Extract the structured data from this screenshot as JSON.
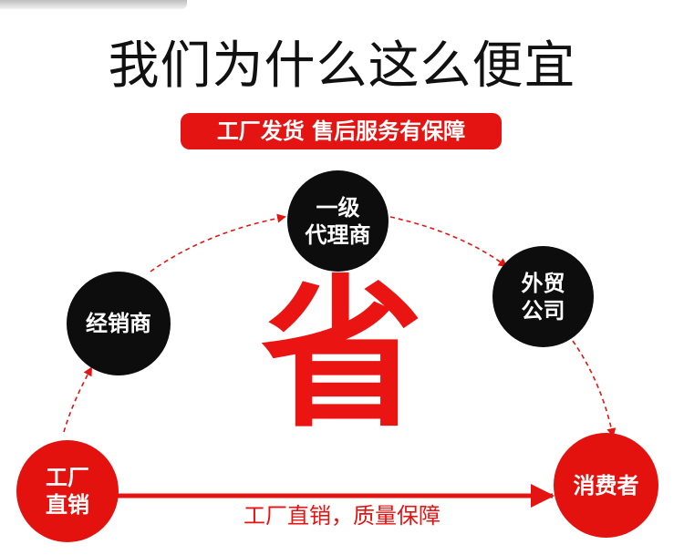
{
  "title": "我们为什么这么便宜",
  "banner": "工厂发货 售后服务有保障",
  "center_char": "省",
  "nodes": {
    "factory": "工厂\n直销",
    "dealer": "经销商",
    "agent": "一级\n代理商",
    "trade": "外贸\n公司",
    "consumer": "消费者"
  },
  "bottom_caption": "工厂直销，质量保障",
  "colors": {
    "accent": "#e31412",
    "node_dark": "#0d0d0d",
    "text_dark": "#111111"
  }
}
